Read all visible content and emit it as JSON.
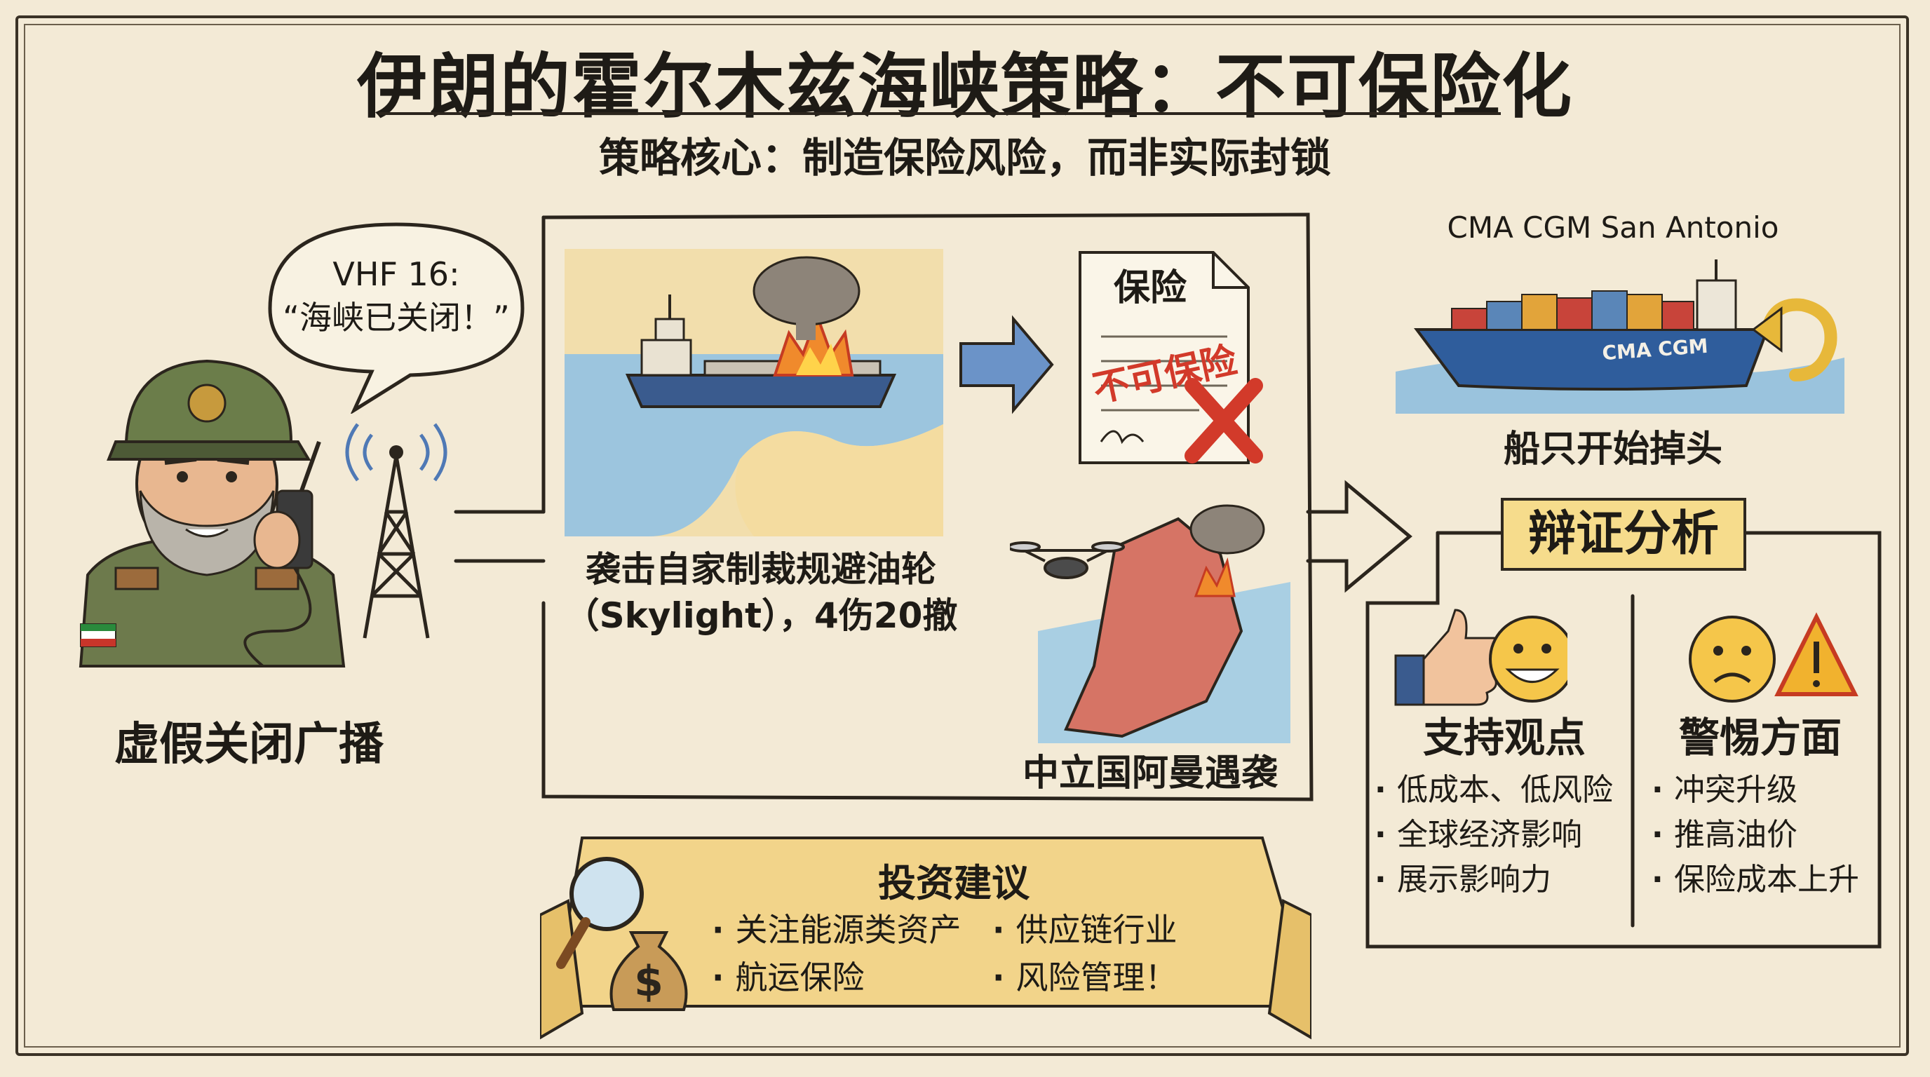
{
  "title": "伊朗的霍尔木兹海峡策略：不可保险化",
  "subtitle": "策略核心：制造保险风险，而非实际封锁",
  "left": {
    "bubble_line1": "VHF 16:",
    "bubble_line2": "“海峡已关闭！”",
    "caption": "虚假关闭广播"
  },
  "center": {
    "attack_caption_line1": "袭击自家制裁规避油轮",
    "attack_caption_line2": "（Skylight），4伤20撤",
    "doc_title": "保险",
    "doc_stamp": "不可保险",
    "oman_caption": "中立国阿曼遇袭"
  },
  "ship": {
    "name": "CMA CGM San Antonio",
    "hull_text": "CMA CGM",
    "caption": "船只开始掉头"
  },
  "debate": {
    "title": "辩证分析",
    "pro": {
      "heading": "支持观点",
      "items": [
        "低成本、低风险",
        "全球经济影响",
        "展示影响力"
      ]
    },
    "con": {
      "heading": "警惕方面",
      "items": [
        "冲突升级",
        "推高油价",
        "保险成本上升"
      ]
    }
  },
  "investment": {
    "title": "投资建议",
    "items": [
      "关注能源类资产",
      "供应链行业",
      "航运保险",
      "风险管理！"
    ]
  },
  "colors": {
    "background": "#f3ead6",
    "banner": "#f2d48a",
    "accent_red": "#d23a2a",
    "ship_blue": "#2f5d9c"
  }
}
